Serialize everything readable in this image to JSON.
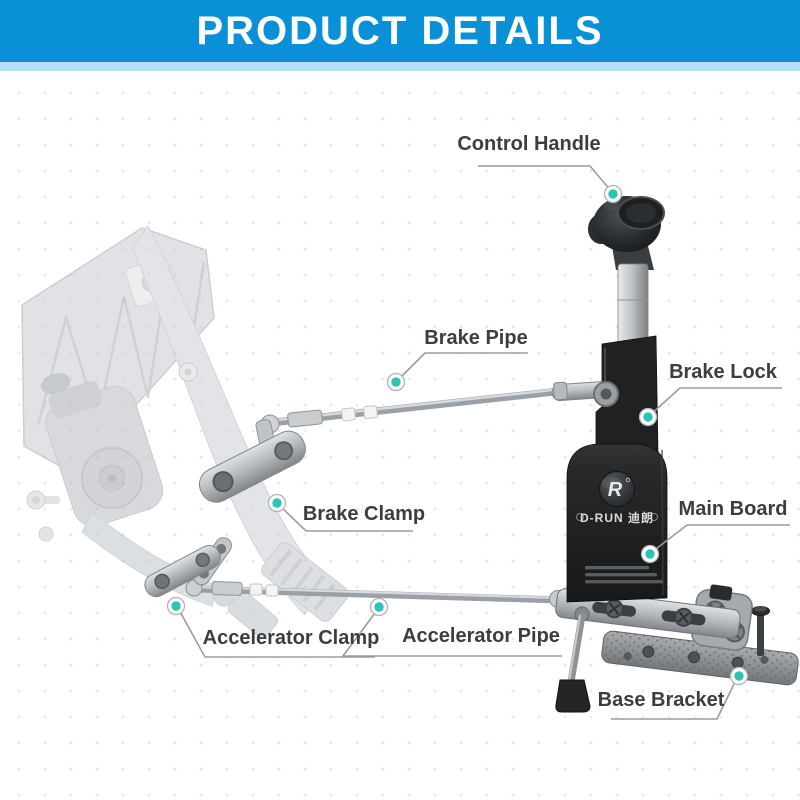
{
  "header": {
    "title": "PRODUCT DETAILS"
  },
  "callouts": [
    {
      "id": "control-handle",
      "label": "Control Handle"
    },
    {
      "id": "brake-pipe",
      "label": "Brake Pipe"
    },
    {
      "id": "brake-lock",
      "label": "Brake Lock"
    },
    {
      "id": "brake-clamp",
      "label": "Brake Clamp"
    },
    {
      "id": "main-board",
      "label": "Main Board"
    },
    {
      "id": "accelerator-clamp",
      "label": "Accelerator Clamp"
    },
    {
      "id": "accelerator-pipe",
      "label": "Accelerator Pipe"
    },
    {
      "id": "base-bracket",
      "label": "Base Bracket"
    }
  ],
  "device": {
    "logo_letter": "R",
    "brand_text": "D-RUN 迪朗"
  },
  "colors": {
    "header_bg": "#0a90d7",
    "header_strip": "#b3e0f4",
    "accent_dot": "#2cc4b3",
    "label_text": "#3a3e41",
    "leader_line": "#9b9b9b"
  }
}
